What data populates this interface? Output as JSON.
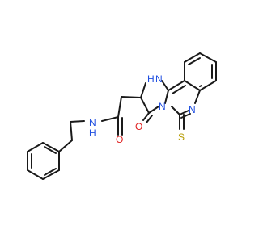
{
  "molecule": {
    "atoms": {
      "nh_amide": {
        "label": "N",
        "h": "H",
        "color": "#1f4fe0"
      },
      "o_amide": {
        "label": "O",
        "color": "#e02020"
      },
      "nh_ring": {
        "label": "N",
        "h": "H",
        "color": "#1f4fe0"
      },
      "n_quinazoline": {
        "label": "N",
        "color": "#1f4fe0"
      },
      "n_bridge": {
        "label": "N",
        "color": "#1f4fe0"
      },
      "o_ring": {
        "label": "O",
        "color": "#e02020"
      },
      "s_thione": {
        "label": "S",
        "color": "#b59b00"
      }
    }
  }
}
